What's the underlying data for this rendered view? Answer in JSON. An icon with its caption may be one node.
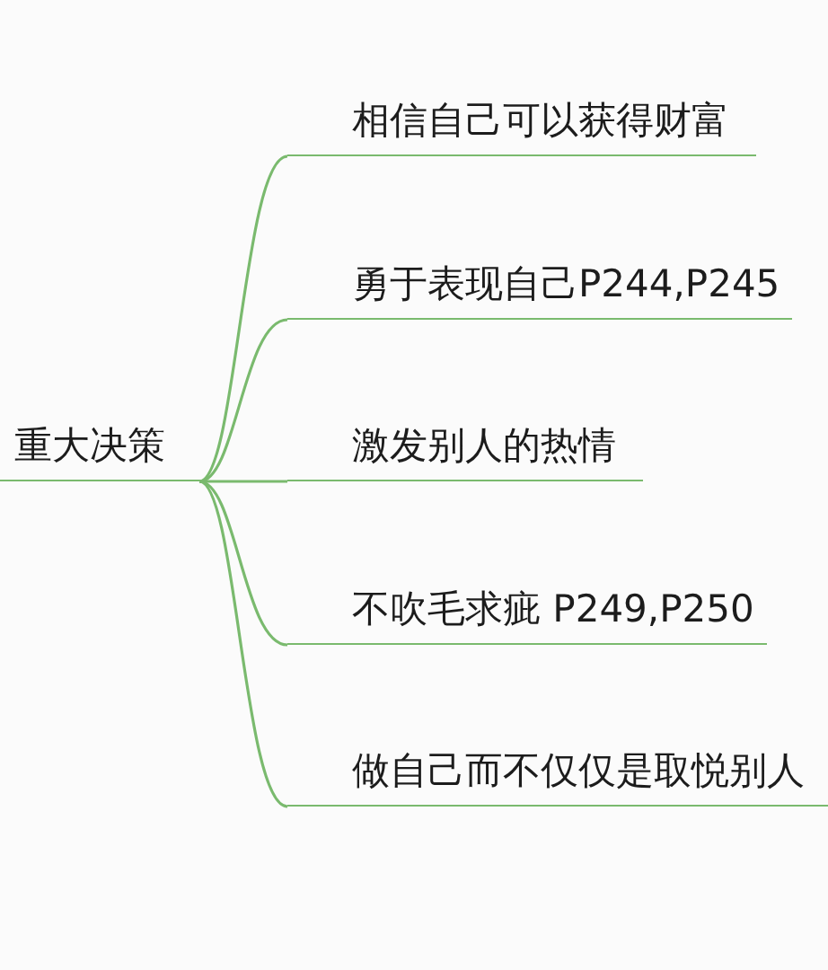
{
  "diagram": {
    "nodes": [
      {
        "text": [
          "重大决策"
        ]
      },
      {
        "text": [
          "相信自己可以获得财富"
        ]
      },
      {
        "text": [
          "勇于表现自己P244,P245"
        ]
      },
      {
        "text": [
          "激发别人的热情"
        ]
      },
      {
        "text": [
          "不吹毛求疵 P249,P250"
        ]
      },
      {
        "text": [
          "做自己而不仅仅是取悦别人"
        ]
      }
    ],
    "edges": [
      {
        "from": 0,
        "to": 1,
        "arrow": "none"
      },
      {
        "from": 0,
        "to": 2,
        "arrow": "none"
      },
      {
        "from": 0,
        "to": 3,
        "arrow": "none"
      },
      {
        "from": 0,
        "to": 4,
        "arrow": "none"
      },
      {
        "from": 0,
        "to": 5,
        "arrow": "none"
      }
    ]
  }
}
